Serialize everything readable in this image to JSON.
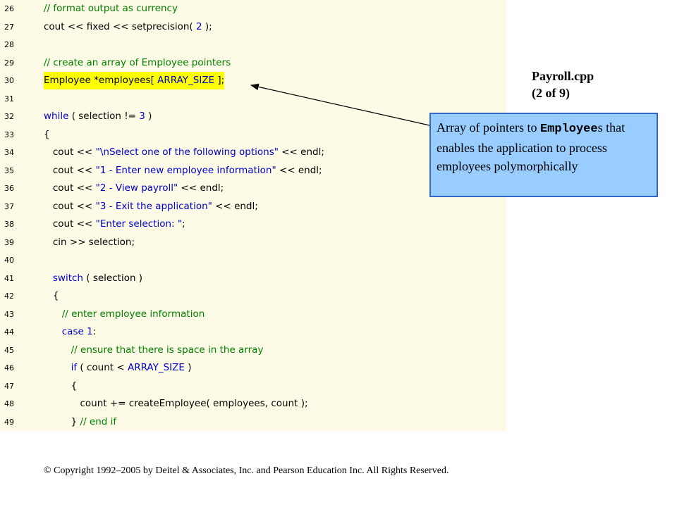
{
  "slide": {
    "title_line1": "Payroll.cpp",
    "title_line2": "(2 of 9)"
  },
  "code": {
    "lines": [
      {
        "num": "26",
        "segments": [
          {
            "t": "// format output as currency",
            "k": "comment"
          }
        ]
      },
      {
        "num": "27",
        "segments": [
          {
            "t": "cout << fixed << setprecision( ",
            "k": "plain"
          },
          {
            "t": "2",
            "k": "number"
          },
          {
            "t": " );",
            "k": "plain"
          }
        ]
      },
      {
        "num": "28",
        "segments": []
      },
      {
        "num": "29",
        "segments": [
          {
            "t": "// create an array of Employee pointers",
            "k": "comment"
          }
        ]
      },
      {
        "num": "30",
        "highlight": true,
        "segments": [
          {
            "t": "Employee *employees[ ",
            "k": "plain"
          },
          {
            "t": "ARRAY_SIZE",
            "k": "const"
          },
          {
            "t": " ];",
            "k": "plain"
          }
        ]
      },
      {
        "num": "31",
        "segments": []
      },
      {
        "num": "32",
        "segments": [
          {
            "t": "while",
            "k": "keyword"
          },
          {
            "t": " ( selection != ",
            "k": "plain"
          },
          {
            "t": "3",
            "k": "number"
          },
          {
            "t": " )",
            "k": "plain"
          }
        ]
      },
      {
        "num": "33",
        "segments": [
          {
            "t": "{",
            "k": "plain"
          }
        ]
      },
      {
        "num": "34",
        "segments": [
          {
            "t": "   cout << ",
            "k": "plain"
          },
          {
            "t": "\"\\nSelect one of the following options\"",
            "k": "string"
          },
          {
            "t": " << endl;",
            "k": "plain"
          }
        ]
      },
      {
        "num": "35",
        "segments": [
          {
            "t": "   cout << ",
            "k": "plain"
          },
          {
            "t": "\"1 - Enter new employee information\"",
            "k": "string"
          },
          {
            "t": " << endl;",
            "k": "plain"
          }
        ]
      },
      {
        "num": "36",
        "segments": [
          {
            "t": "   cout << ",
            "k": "plain"
          },
          {
            "t": "\"2 - View payroll\"",
            "k": "string"
          },
          {
            "t": " << endl;",
            "k": "plain"
          }
        ]
      },
      {
        "num": "37",
        "segments": [
          {
            "t": "   cout << ",
            "k": "plain"
          },
          {
            "t": "\"3 - Exit the application\"",
            "k": "string"
          },
          {
            "t": " << endl;",
            "k": "plain"
          }
        ]
      },
      {
        "num": "38",
        "segments": [
          {
            "t": "   cout << ",
            "k": "plain"
          },
          {
            "t": "\"Enter selection: \"",
            "k": "string"
          },
          {
            "t": ";",
            "k": "plain"
          }
        ]
      },
      {
        "num": "39",
        "segments": [
          {
            "t": "   cin >> selection;",
            "k": "plain"
          }
        ]
      },
      {
        "num": "40",
        "segments": []
      },
      {
        "num": "41",
        "segments": [
          {
            "t": "   ",
            "k": "plain"
          },
          {
            "t": "switch",
            "k": "keyword"
          },
          {
            "t": " ( selection )",
            "k": "plain"
          }
        ]
      },
      {
        "num": "42",
        "segments": [
          {
            "t": "   {",
            "k": "plain"
          }
        ]
      },
      {
        "num": "43",
        "segments": [
          {
            "t": "      ",
            "k": "plain"
          },
          {
            "t": "// enter employee information",
            "k": "comment"
          }
        ]
      },
      {
        "num": "44",
        "segments": [
          {
            "t": "      ",
            "k": "plain"
          },
          {
            "t": "case",
            "k": "keyword"
          },
          {
            "t": " ",
            "k": "plain"
          },
          {
            "t": "1",
            "k": "number"
          },
          {
            "t": ":",
            "k": "plain"
          }
        ]
      },
      {
        "num": "45",
        "segments": [
          {
            "t": "         ",
            "k": "plain"
          },
          {
            "t": "// ensure that there is space in the array",
            "k": "comment"
          }
        ]
      },
      {
        "num": "46",
        "segments": [
          {
            "t": "         ",
            "k": "plain"
          },
          {
            "t": "if",
            "k": "keyword"
          },
          {
            "t": " ( count < ",
            "k": "plain"
          },
          {
            "t": "ARRAY_SIZE",
            "k": "const"
          },
          {
            "t": " )",
            "k": "plain"
          }
        ]
      },
      {
        "num": "47",
        "segments": [
          {
            "t": "         {",
            "k": "plain"
          }
        ]
      },
      {
        "num": "48",
        "segments": [
          {
            "t": "            count += createEmployee( employees, count );",
            "k": "plain"
          }
        ]
      },
      {
        "num": "49",
        "segments": [
          {
            "t": "         } ",
            "k": "plain"
          },
          {
            "t": "// end if",
            "k": "comment"
          }
        ]
      }
    ]
  },
  "callout": {
    "text_before": "Array of pointers to ",
    "code_word": "Employee",
    "text_after": "s that enables the application to process employees polymorphically"
  },
  "footer": {
    "copyright": "© Copyright 1992–2005 by Deitel & Associates, Inc. and Pearson Education Inc. All Rights Reserved."
  },
  "colors": {
    "code_background": "#fdfbe6",
    "highlight": "#ffff00",
    "comment": "#008000",
    "keyword": "#0000cc",
    "callout_fill": "#99ccff",
    "callout_border": "#3366cc"
  }
}
